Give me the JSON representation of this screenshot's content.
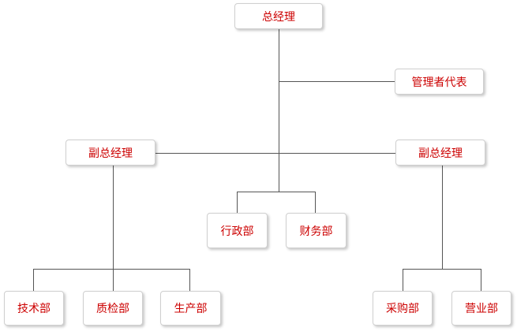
{
  "diagram": {
    "text_color": "#cc0000",
    "line_color": "#555555",
    "nodes": {
      "ceo": "总经理",
      "management_rep": "管理者代表",
      "vp_left": "副总经理",
      "vp_right": "副总经理",
      "admin": "行政部",
      "finance": "财务部",
      "tech": "技术部",
      "quality": "质检部",
      "production": "生产部",
      "purchasing": "采购部",
      "sales": "营业部"
    }
  }
}
